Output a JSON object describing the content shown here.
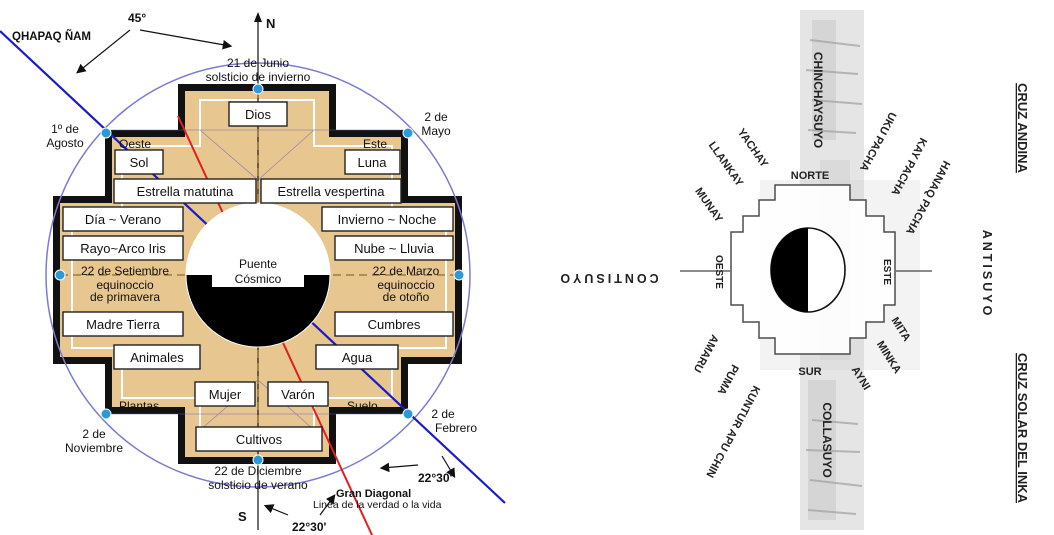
{
  "left": {
    "road": "QHAPAQ ÑAM",
    "angle_top": "45°",
    "north": "N",
    "south": "S",
    "angle_right": "22°30'",
    "angle_bottom": "22°30'",
    "diagonal_title": "Gran Diagonal",
    "diagonal_sub": "Linea de la verdad o la vida",
    "june_date": "21 de Junio",
    "june_name": "solsticio de invierno",
    "dec_date": "22 de Diciembre",
    "dec_name": "solsticio de verano",
    "sep_date": "22 de Setiembre",
    "sep_name1": "equinoccio",
    "sep_name2": "de primavera",
    "mar_date": "22 de Marzo",
    "mar_name1": "equinoccio",
    "mar_name2": "de otoño",
    "aug_1": "1º de",
    "aug_2": "Agosto",
    "may_1": "2 de",
    "may_2": "Mayo",
    "nov_1": "2 de",
    "nov_2": "Noviembre",
    "feb_1": "2 de",
    "feb_2": "Febrero",
    "oeste": "Oeste",
    "este": "Este",
    "plantas": "Plantas",
    "suelo": "Suelo",
    "dios": "Dios",
    "sol": "Sol",
    "luna": "Luna",
    "est_mat": "Estrella matutina",
    "est_vesp": "Estrella vespertina",
    "dia": "Día ~ Verano",
    "invierno": "Invierno ~ Noche",
    "rayo": "Rayo~Arco Iris",
    "nube": "Nube  ~  Lluvia",
    "madre": "Madre Tierra",
    "cumbres": "Cumbres",
    "animales": "Animales",
    "agua": "Agua",
    "mujer": "Mujer",
    "varon": "Varón",
    "cultivos": "Cultivos",
    "puente1": "Puente",
    "puente2": "Cósmico"
  },
  "right": {
    "chinchaysuyo": "CHINCHAYSUYO",
    "collasuyo": "COLLASUYO",
    "contisuyo": "CONTISUYO",
    "antisuyo": "ANTISUYO",
    "norte": "NORTE",
    "sur": "SUR",
    "oeste": "OESTE",
    "este": "ESTE",
    "yachay": "YACHAY",
    "llankay": "LLANKAY",
    "munay": "MUNAY",
    "uku": "UKU PACHA",
    "kay": "KAY PACHA",
    "hanaq": "HANAQ PACHA",
    "mita": "MITA",
    "minka": "MINKA",
    "ayni": "AYNI",
    "amaru": "AMARU",
    "puma": "PUMA",
    "kuntur": "KUNTUR APU CHIN",
    "cruz_andina": "CRUZ ANDINA",
    "cruz_solar": "CRUZ SOLAR DEL INKA"
  },
  "colors": {
    "tan": "#e8c690",
    "cross_border": "#111111",
    "circle": "#7b7bd0",
    "diagonal_blue": "#1a1ac8",
    "diagonal_red": "#e02020",
    "node": "#2a9ad8"
  }
}
